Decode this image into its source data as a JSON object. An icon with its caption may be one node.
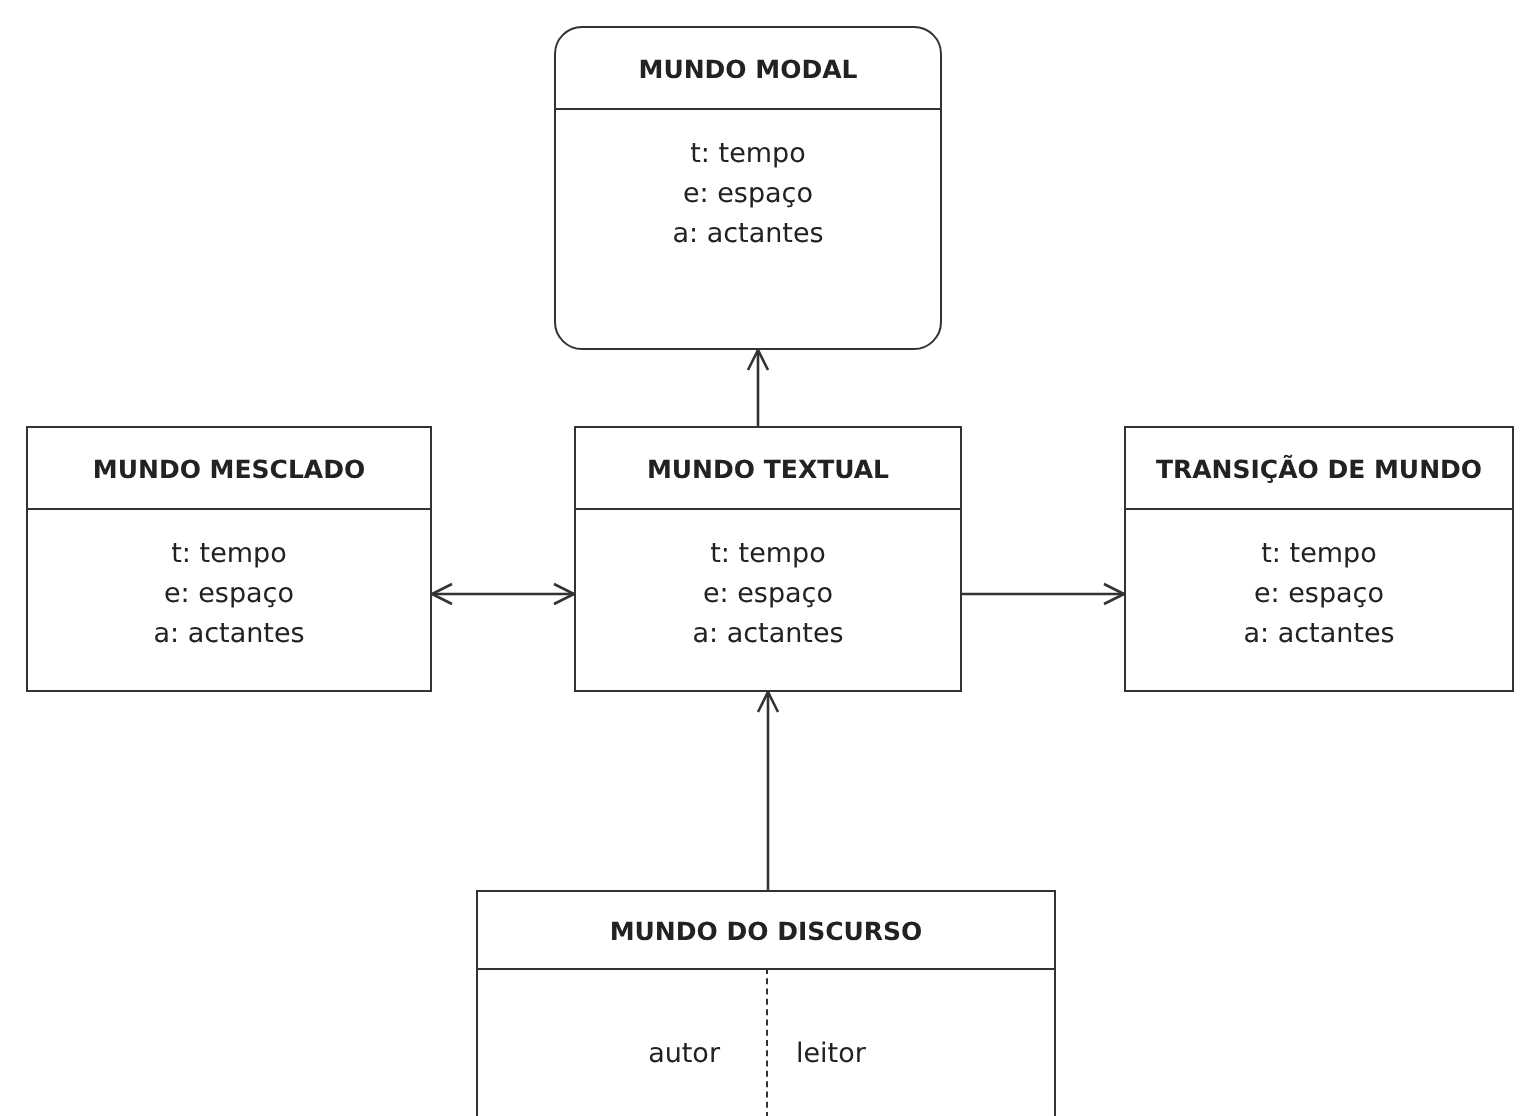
{
  "diagram": {
    "nodes": [
      {
        "text": [
          "MUNDO MODAL",
          "t: tempo",
          "e: espaço",
          "a: actantes"
        ]
      },
      {
        "text": [
          "MUNDO MESCLADO",
          "t: tempo",
          "e: espaço",
          "a: actantes"
        ]
      },
      {
        "text": [
          "MUNDO TEXTUAL",
          "t: tempo",
          "e: espaço",
          "a: actantes"
        ]
      },
      {
        "text": [
          "TRANSIÇÃO DE MUNDO",
          "t: tempo",
          "e: espaço",
          "a: actantes"
        ]
      },
      {
        "text": [
          "MUNDO DO DISCURSO",
          "autor",
          "leitor"
        ]
      }
    ],
    "edges": [
      {
        "from": 2,
        "to": 0,
        "arrow": "to"
      },
      {
        "from": 1,
        "to": 2,
        "arrow": "both"
      },
      {
        "from": 2,
        "to": 3,
        "arrow": "to"
      },
      {
        "from": 4,
        "to": 2,
        "arrow": "to"
      }
    ]
  }
}
